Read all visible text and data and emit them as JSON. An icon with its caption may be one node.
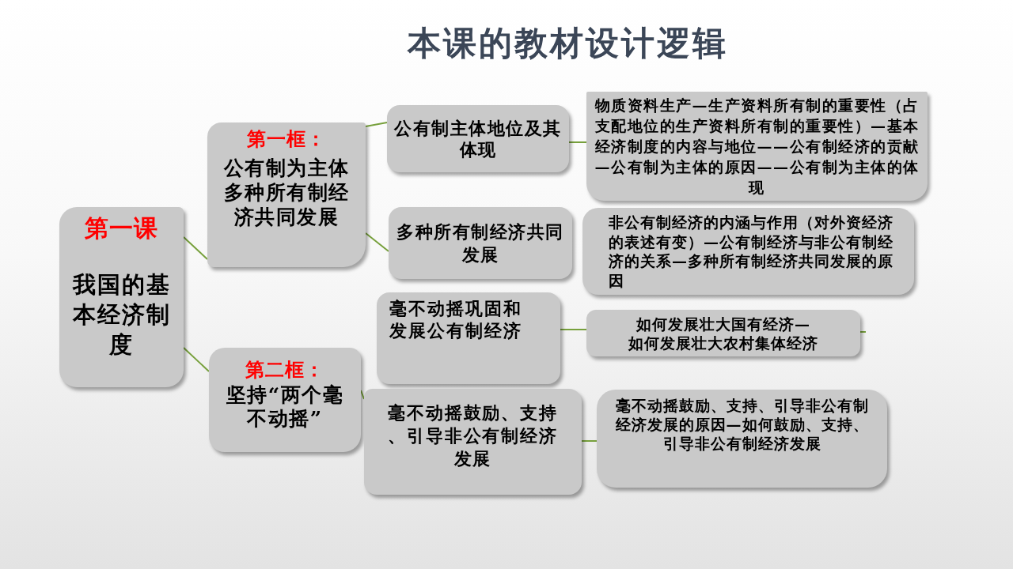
{
  "diagram": {
    "title": "本课的教材设计逻辑",
    "nodes": [
      {
        "text": [
          "第一课",
          "我国的基本经济制度"
        ]
      },
      {
        "text": [
          "第一框：",
          "公有制为主体多种所有制经济共同发展"
        ]
      },
      {
        "text": [
          "第二框：",
          "坚持“两个毫不动摇”"
        ]
      },
      {
        "text": [
          "公有制主体地位及其体现"
        ]
      },
      {
        "text": [
          "多种所有制经济共同发展"
        ]
      },
      {
        "text": [
          "毫不动摇巩固和发展公有制经济"
        ]
      },
      {
        "text": [
          "毫不动摇鼓励、支持、引导非公有制经济发展"
        ]
      },
      {
        "text": [
          "物质资料生产—生产资料所有制的重要性（占支配地位的生产资料所有制的重要性）—基本经济制度的内容与地位——公有制经济的贡献—公有制为主体的原因——公有制为主体的体现"
        ]
      },
      {
        "text": [
          "非公有制经济的内涵与作用（对外资经济的表述有变）—公有制经济与非公有制经济的关系—多种所有制经济共同发展的原因"
        ]
      },
      {
        "text": [
          "如何发展壮大国有经济—如何发展壮大农村集体经济"
        ]
      },
      {
        "text": [
          "毫不动摇鼓励、支持、引导非公有制经济发展的原因—如何鼓励、支持、引导非公有制经济发展"
        ]
      }
    ],
    "edges": [
      {
        "from": 0,
        "to": 1,
        "arrow": "none"
      },
      {
        "from": 0,
        "to": 2,
        "arrow": "none"
      },
      {
        "from": 1,
        "to": 3,
        "arrow": "none"
      },
      {
        "from": 1,
        "to": 4,
        "arrow": "none"
      },
      {
        "from": 2,
        "to": 6,
        "arrow": "none"
      },
      {
        "from": 3,
        "to": 7,
        "arrow": "none"
      },
      {
        "from": 5,
        "to": 9,
        "arrow": "none"
      },
      {
        "from": 6,
        "to": 10,
        "arrow": "none"
      },
      {
        "from": 9,
        "to": null,
        "arrow": "none"
      }
    ]
  }
}
